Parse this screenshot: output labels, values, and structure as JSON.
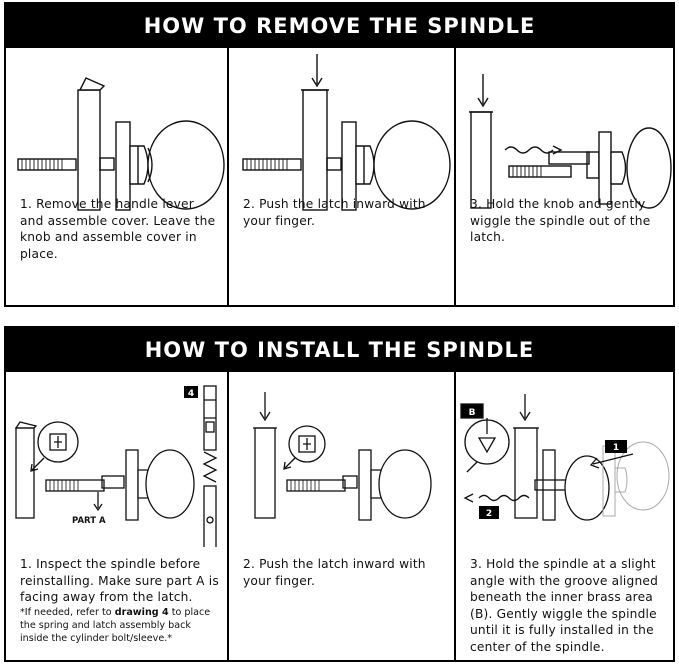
{
  "remove": {
    "title": "HOW TO REMOVE THE SPINDLE",
    "steps": [
      {
        "caption": "1. Remove the handle lever and assemble cover. Leave the knob and assemble cover in place."
      },
      {
        "caption": "2. Push the latch inward with your finger."
      },
      {
        "caption": "3. Hold the knob and gently wiggle the spindle out of the latch."
      }
    ]
  },
  "install": {
    "title": "HOW TO INSTALL THE SPINDLE",
    "steps": [
      {
        "caption": "1. Inspect the spindle before reinstalling. Make sure part A is facing away from the latch.",
        "note_pre": "*If needed, refer to ",
        "note_bold": "drawing 4",
        "note_post": " to place the spring and latch assembly back inside the cylinder bolt/sleeve.*",
        "part_label": "PART A",
        "drawing_badge": "4"
      },
      {
        "caption": "2. Push the latch inward with your finger."
      },
      {
        "caption": "3. Hold the spindle at a slight angle with the groove aligned beneath the inner brass area (B). Gently wiggle the spindle until it is fully installed in the center of the spindle.",
        "badge_b": "B",
        "badge_1": "1",
        "badge_2": "2"
      }
    ]
  }
}
